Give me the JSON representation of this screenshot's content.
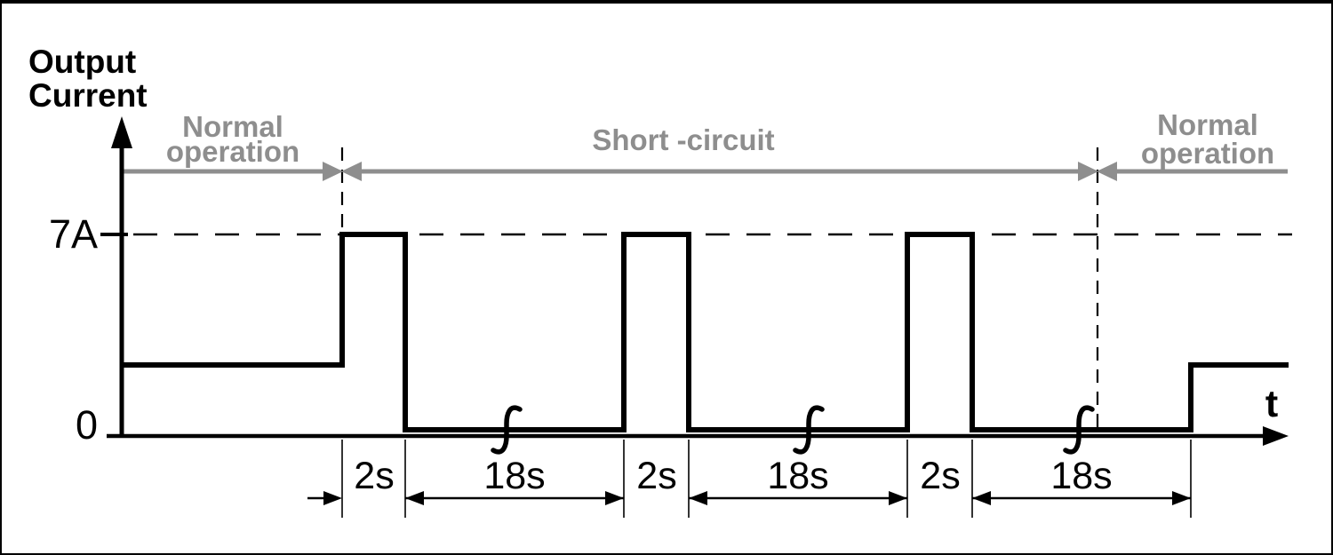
{
  "figure": {
    "y_axis_title_line1": "Output",
    "y_axis_title_line2": "Current",
    "x_axis_label": "t",
    "y_tick_high": "7A",
    "y_tick_zero": "0",
    "phases": {
      "left_line1": "Normal",
      "left_line2": "operation",
      "middle": "Short -circuit",
      "right_line1": "Normal",
      "right_line2": "operation"
    },
    "dims": [
      "2s",
      "18s",
      "2s",
      "18s",
      "2s",
      "18s"
    ],
    "colors": {
      "ink": "#000000",
      "gray": "#8e8e8e"
    }
  },
  "waveform": {
    "type": "timing-waveform",
    "peak_level_label": "7A",
    "zero_level_label": "0",
    "pulse_on_duration": "2s",
    "pulse_off_duration": "18s",
    "pulse_count_shown": 3,
    "sequence": [
      {
        "phase": "Normal operation",
        "level": "normal"
      },
      {
        "phase": "Short -circuit",
        "pattern": "2s at 7A, 18s at 0, repeated"
      },
      {
        "phase": "Normal operation",
        "level": "normal"
      }
    ]
  }
}
